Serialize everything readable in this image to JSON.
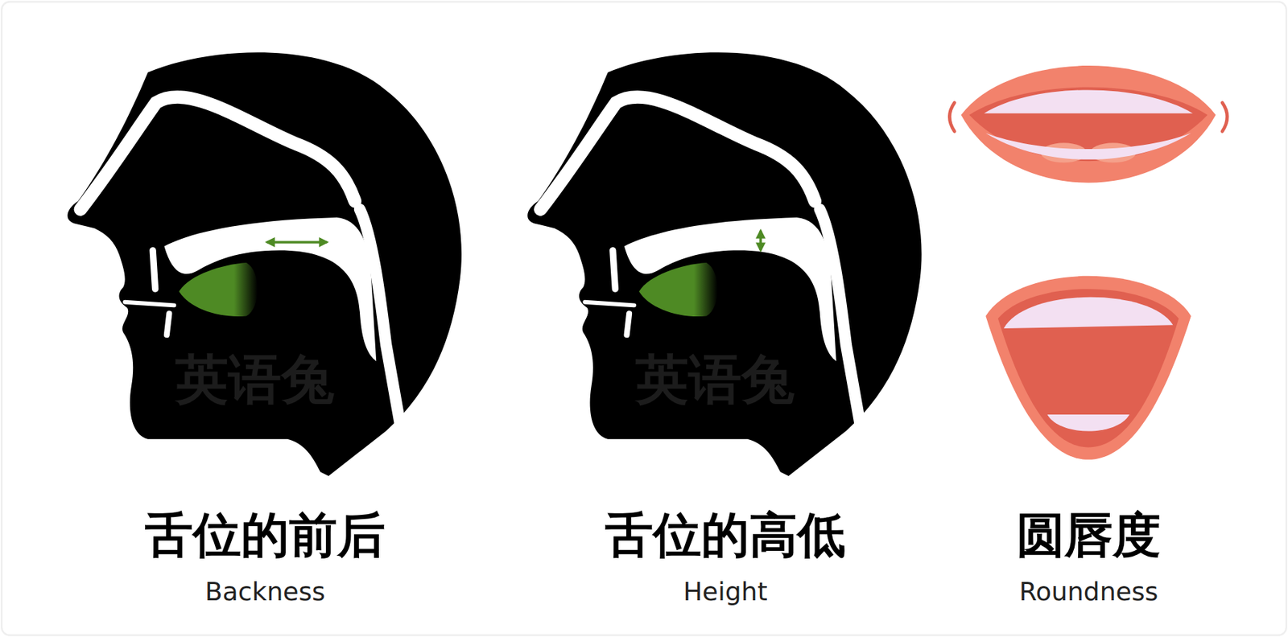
{
  "diagram": {
    "labels": [
      "英语兔",
      "舌位的前后",
      "Backness",
      "英语兔",
      "舌位的高低",
      "Height",
      "圆唇度",
      "Roundness"
    ]
  }
}
